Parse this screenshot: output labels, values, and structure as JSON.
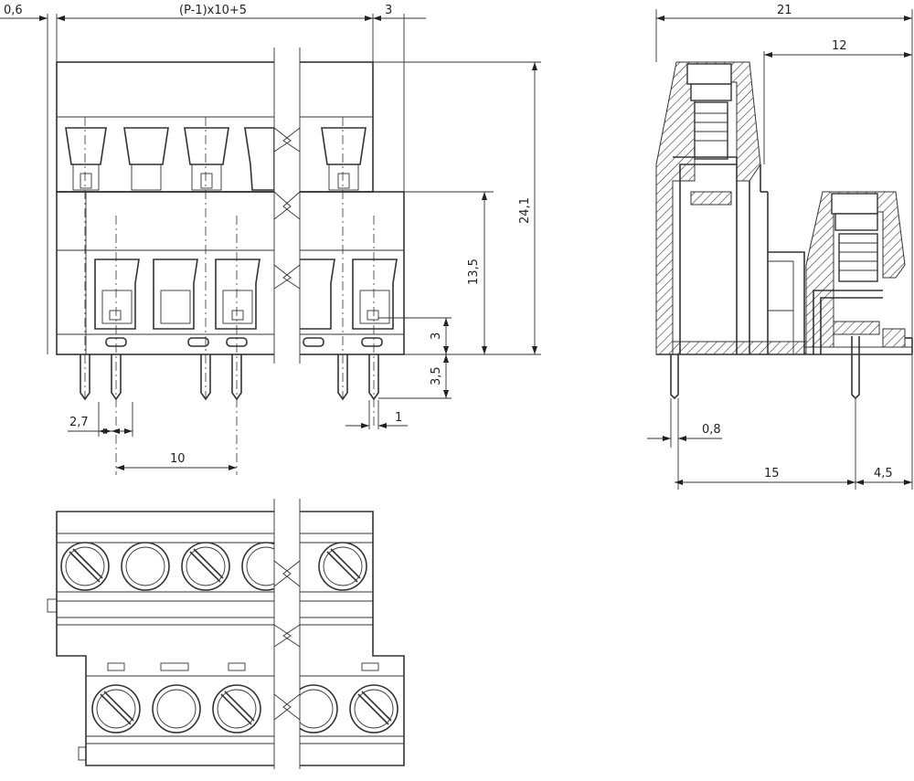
{
  "dimensions": {
    "d_0_6": "0,6",
    "d_pitch_formula": "(P-1)x10+5",
    "d_3_top": "3",
    "d_24_1": "24,1",
    "d_13_5": "13,5",
    "d_3_right": "3",
    "d_3_5": "3,5",
    "d_1": "1",
    "d_2_7": "2,7",
    "d_10": "10",
    "d_21": "21",
    "d_12": "12",
    "d_0_8": "0,8",
    "d_15": "15",
    "d_4_5": "4,5"
  }
}
